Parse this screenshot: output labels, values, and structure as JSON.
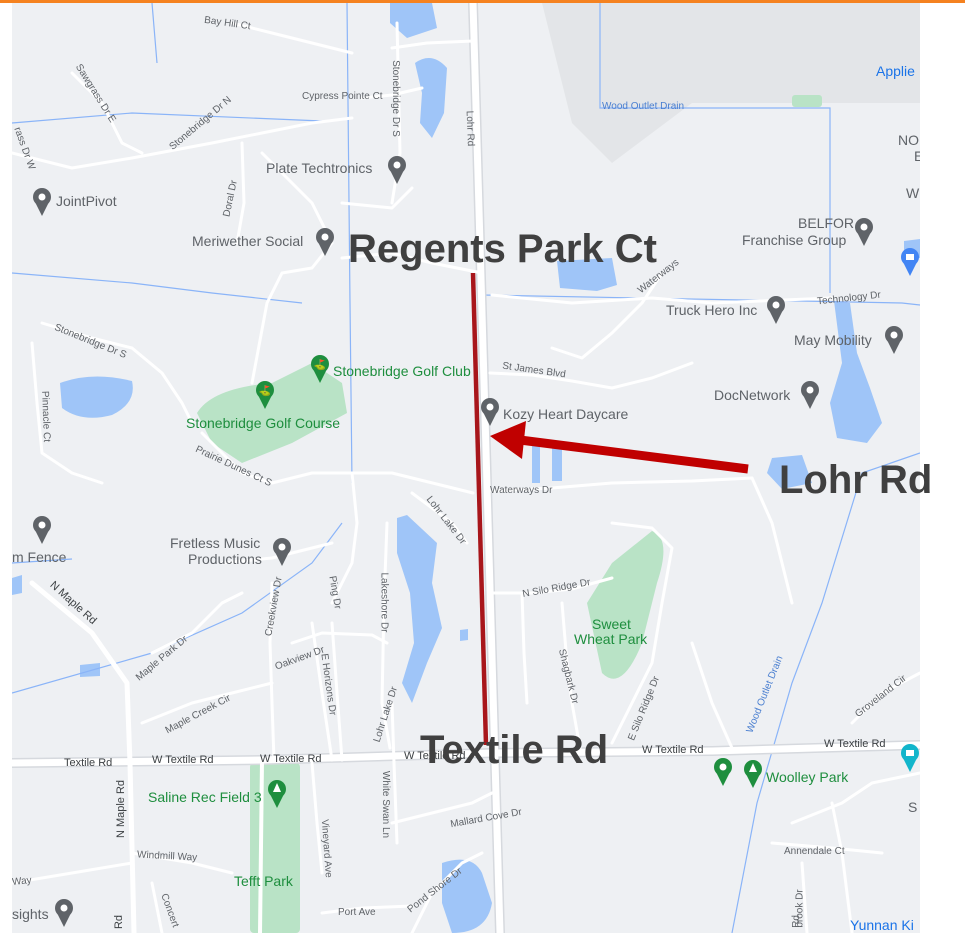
{
  "annotations": {
    "regents": "Regents Park Ct",
    "lohr": "Lohr Rd",
    "textile": "Textile Rd"
  },
  "colors": {
    "accent_bar": "#f58220",
    "segment": "#a8161b",
    "arrow": "#c00000",
    "map_bg": "#eef0f3",
    "water": "#9fc5f8",
    "park": "#b9e3c6",
    "road": "#ffffff",
    "drain": "#8ab4f8"
  },
  "icons": {
    "poi": "map-pin-icon",
    "golf": "golf-pin-icon",
    "park": "tree-pin-icon",
    "shop": "shopping-bag-icon",
    "school": "school-icon"
  },
  "roads": {
    "bay_hill": "Bay Hill Ct",
    "sawgrass": "Sawgrass Dr E",
    "grass_w": "rass Dr W",
    "stonebridge_n": "Stonebridge Dr N",
    "cypress": "Cypress Pointe Ct",
    "stonebridge_s_v": "Stonebridge Dr S",
    "doral": "Doral Dr",
    "lohr_top": "Lohr Rd",
    "stonebridge_s": "Stonebridge Dr S",
    "pinnacle": "Pinnacle Ct",
    "prairie": "Prairie Dunes Ct S",
    "st_james": "St James Blvd",
    "waterways_dr": "Waterways Dr",
    "waterways_ne": "Waterways",
    "technology": "Technology Dr",
    "lohr_lake_n": "Lohr Lake Dr",
    "n_maple": "N Maple Rd",
    "maple_park": "Maple Park Dr",
    "creekview": "Creekview Dr",
    "ping": "Ping Dr",
    "lakeshore": "Lakeshore Dr",
    "n_silo": "N Silo Ridge Dr",
    "shagbark": "Shagbark Dr",
    "e_silo": "E Silo Ridge Dr",
    "oakview": "Oakview Dr",
    "e_horizons": "E Horizons Dr",
    "maple_creek": "Maple Creek Cir",
    "lohr_lake_s": "Lohr Lake Dr",
    "groveland": "Groveland Cir",
    "textile_w": "Textile Rd",
    "w_textile_1": "W Textile Rd",
    "w_textile_2": "W Textile Rd",
    "w_textile_3": "W Textile Rd",
    "w_textile_4": "W Textile Rd",
    "w_textile_5": "W Textile Rd",
    "n_maple_v": "N Maple Rd",
    "white_swan": "White Swan Ln",
    "vineyard": "Vineyard Ave",
    "mallard": "Mallard Cove Dr",
    "windmill": "Windmill Way",
    "way": "Way",
    "annendale": "Annendale Ct",
    "pond_shore": "Pond Shore Dr",
    "port": "Port Ave",
    "concert": "Concert",
    "rd_bottom": "Rd",
    "rd_bottom2": "Rd",
    "brook": "brook Dr"
  },
  "drains": {
    "wood_outlet_top": "Wood Outlet Drain",
    "wood_outlet_diag": "Wood Outlet Drain"
  },
  "pois": {
    "plate": "Plate Techtronics",
    "jointpivot": "JointPivot",
    "meriwether": "Meriwether Social",
    "belfor1": "BELFOR",
    "belfor2": "Franchise Group",
    "truckhero": "Truck Hero Inc",
    "maymobility": "May Mobility",
    "docnetwork": "DocNetwork",
    "kozy": "Kozy Heart Daycare",
    "fretless1": "Fretless Music",
    "fretless2": "Productions",
    "fence": "m Fence",
    "applie": "Applie",
    "no": "NO",
    "e_edge": "E",
    "w_edge": "W",
    "s_edge": "S",
    "insights": "sights",
    "yunnan": "Yunnan Ki"
  },
  "parks": {
    "sb_golf_club": "Stonebridge Golf Club",
    "sb_golf_course": "Stonebridge Golf Course",
    "sweet1": "Sweet",
    "sweet2": "Wheat Park",
    "saline": "Saline Rec Field 3",
    "tefft": "Tefft Park",
    "woolley": "Woolley Park"
  }
}
